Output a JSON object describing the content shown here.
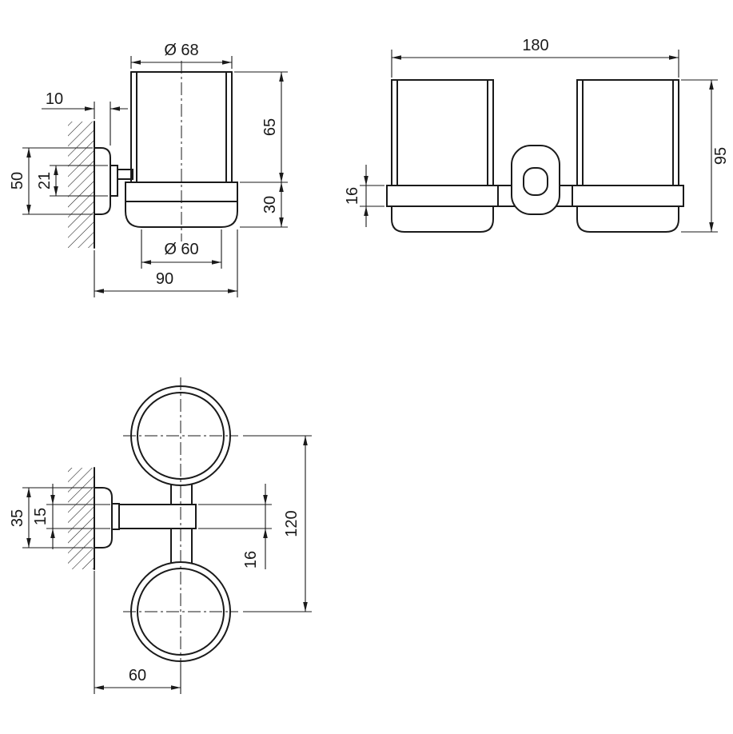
{
  "drawing": {
    "background": "#ffffff",
    "line_color": "#1a1a1a",
    "views": {
      "side": {
        "dims": {
          "cup_diameter": "Ø 68",
          "plate_thickness": "10",
          "cup_height": "65",
          "holder_height": "30",
          "plate_height": "50",
          "boss_height": "21",
          "base_diameter": "Ø 60",
          "overall_depth": "90"
        }
      },
      "front": {
        "dims": {
          "overall_width": "180",
          "overall_height": "95",
          "ring_height": "16"
        }
      },
      "plan": {
        "dims": {
          "plate_width": "35",
          "arm_width": "15",
          "center_distance": "120",
          "bar_width": "16",
          "wall_to_center": "60"
        }
      }
    }
  }
}
